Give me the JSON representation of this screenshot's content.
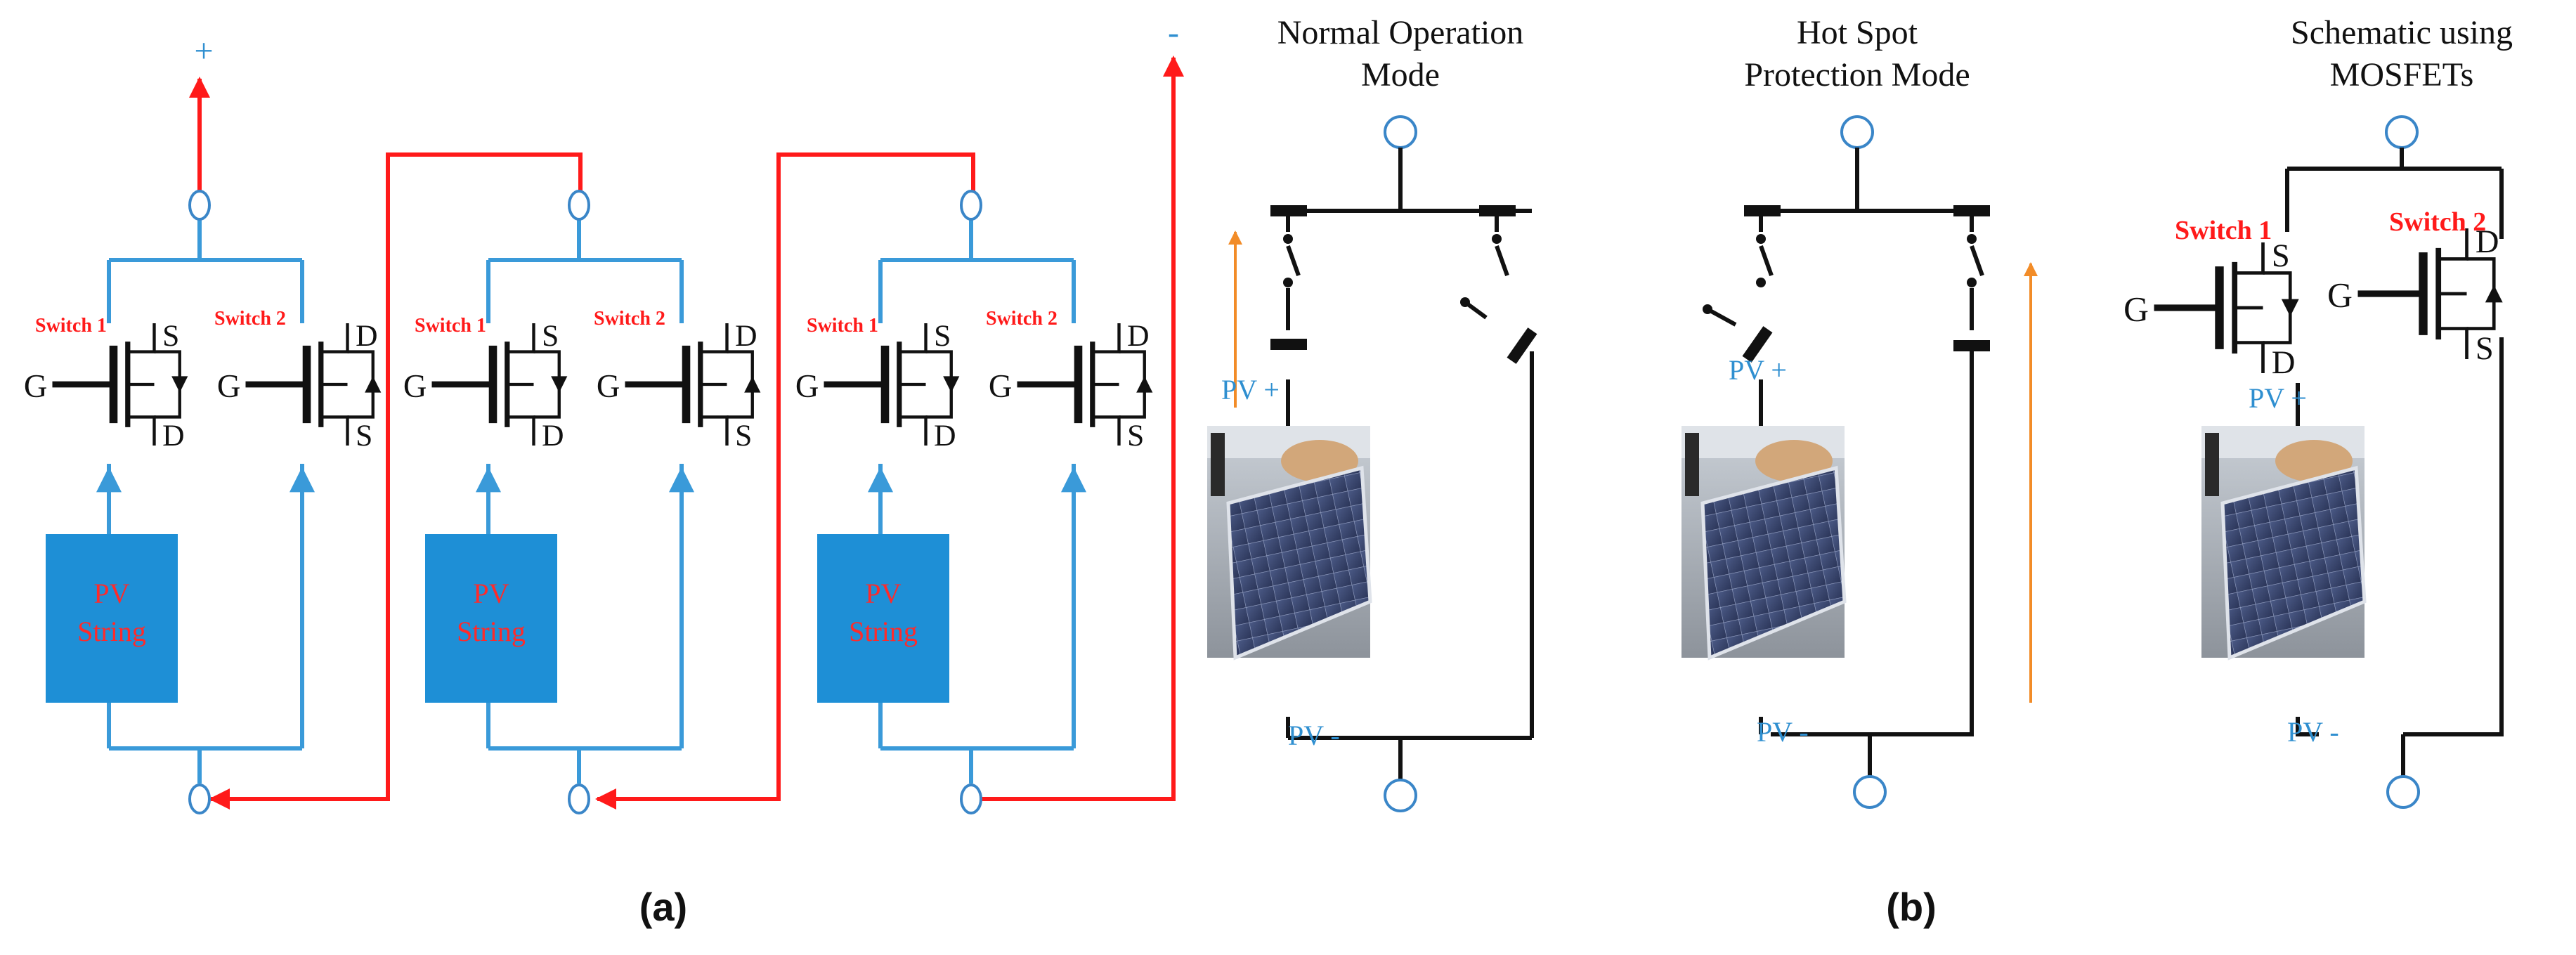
{
  "colors": {
    "blue_wire": "#3a9ad9",
    "red_wire": "#ff1a1a",
    "black_wire": "#111111",
    "box_fill": "#1e8fd6",
    "orange_arrow": "#f28c28",
    "node": "#3a86c8"
  },
  "panel_a": {
    "plus_label": "+",
    "minus_label": "-",
    "modules": [
      {
        "switch1": "Switch 1",
        "switch2": "Switch 2",
        "gate": "G",
        "s": "S",
        "d": "D",
        "box_line1": "PV",
        "box_line2": "String"
      },
      {
        "switch1": "Switch 1",
        "switch2": "Switch 2",
        "gate": "G",
        "s": "S",
        "d": "D",
        "box_line1": "PV",
        "box_line2": "String"
      },
      {
        "switch1": "Switch 1",
        "switch2": "Switch 2",
        "gate": "G",
        "s": "S",
        "d": "D",
        "box_line1": "PV",
        "box_line2": "String"
      }
    ],
    "caption": "(a)"
  },
  "panel_b": {
    "normal": {
      "title_line1": "Normal Operation",
      "title_line2": "Mode",
      "pv_plus": "PV +",
      "pv_minus": "PV -"
    },
    "hotspot": {
      "title_line1": "Hot Spot",
      "title_line2": "Protection Mode",
      "pv_plus": "PV +",
      "pv_minus": "PV -"
    },
    "mosfet": {
      "title_line1": "Schematic using",
      "title_line2": "MOSFETs",
      "switch1": "Switch 1",
      "switch2": "Switch 2",
      "gate": "G",
      "s": "S",
      "d": "D",
      "pv_plus": "PV +",
      "pv_minus": "PV -"
    },
    "caption": "(b)"
  }
}
